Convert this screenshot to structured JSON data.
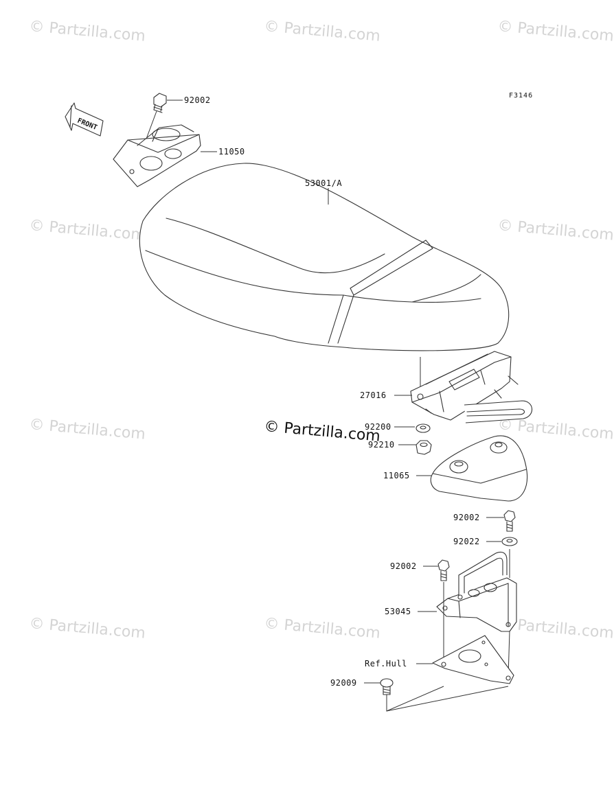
{
  "figure_code": "F3146",
  "front_label": "FRONT",
  "watermark": "© Partzilla.com",
  "center_watermark": "© Partzilla.com",
  "callouts": {
    "c1": "92002",
    "c2": "11050",
    "c3": "53001/A",
    "c4": "27016",
    "c5": "92200",
    "c6": "92210",
    "c7": "11065",
    "c8": "92002",
    "c9": "92022",
    "c10": "92002",
    "c11": "53045",
    "c12": "Ref.Hull",
    "c13": "92009"
  }
}
